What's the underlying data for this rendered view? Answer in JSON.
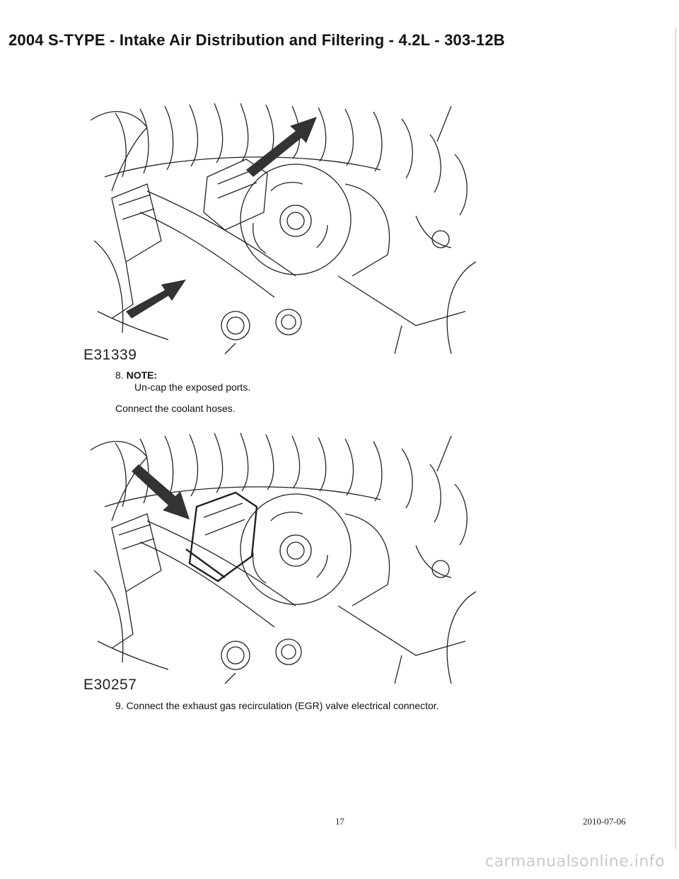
{
  "header": {
    "title": "2004 S-TYPE - Intake Air Distribution and Filtering - 4.2L - 303-12B"
  },
  "figures": [
    {
      "label": "E31339"
    },
    {
      "label": "E30257"
    }
  ],
  "steps": {
    "step8": {
      "number": "8.",
      "note_label": "NOTE:",
      "note_text": "Un-cap the exposed ports.",
      "instruction": "Connect the coolant hoses."
    },
    "step9": {
      "text": "9. Connect the exhaust gas recirculation (EGR) valve electrical connector."
    }
  },
  "footer": {
    "page_number": "17",
    "date": "2010-07-06"
  },
  "watermark": "carmanualsonline.info"
}
